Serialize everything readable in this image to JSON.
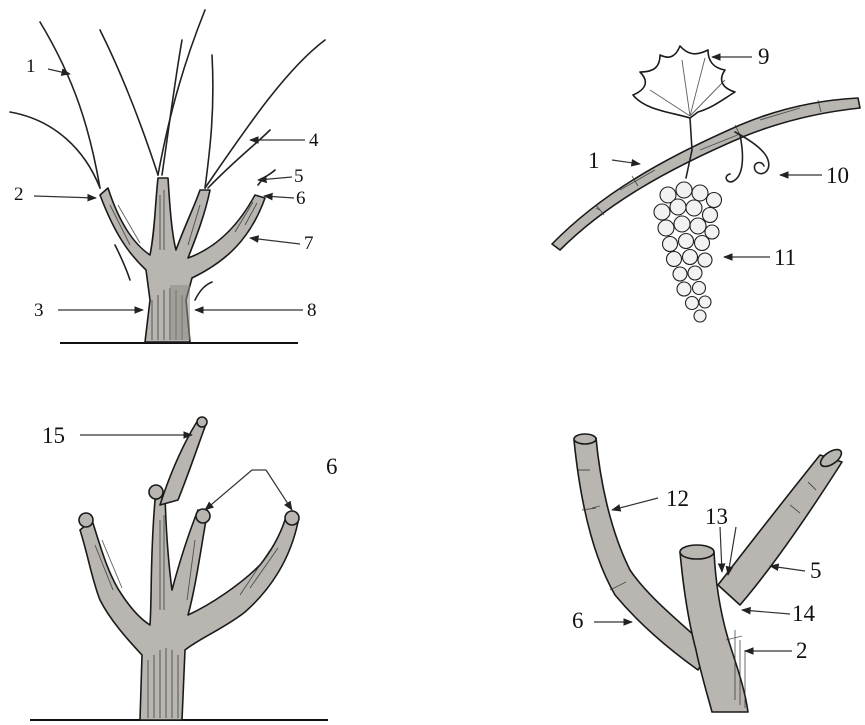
{
  "panels": {
    "top_left": {
      "labels": [
        "1",
        "2",
        "3",
        "4",
        "5",
        "6",
        "7",
        "8"
      ]
    },
    "top_right": {
      "labels": [
        "9",
        "1",
        "10",
        "11"
      ]
    },
    "bottom_left": {
      "labels": [
        "15",
        "6"
      ]
    },
    "bottom_right": {
      "labels": [
        "12",
        "13",
        "5",
        "14",
        "6",
        "2"
      ]
    }
  },
  "colors": {
    "ink": "#1a1a1a",
    "bark_fill": "#b9b6b1",
    "background": "#ffffff"
  }
}
